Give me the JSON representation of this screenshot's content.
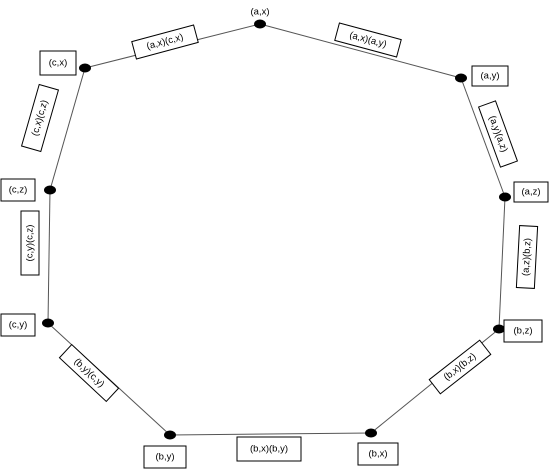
{
  "nodes": [
    {
      "label": "(a,x)"
    },
    {
      "label": "(a,y)"
    },
    {
      "label": "(a,z)"
    },
    {
      "label": "(b,z)"
    },
    {
      "label": "(b,x)"
    },
    {
      "label": "(b,y)"
    },
    {
      "label": "(c,y)"
    },
    {
      "label": "(c,z)"
    },
    {
      "label": "(c,x)"
    }
  ],
  "edges": [
    {
      "label": "(a,x)(a,y)"
    },
    {
      "label": "(a,y)(a,z)"
    },
    {
      "label": "(a,z)(b,z)"
    },
    {
      "label": "(b,x)(b,z)"
    },
    {
      "label": "(b,x)(b,y)"
    },
    {
      "label": "(b,y)(c,y)"
    },
    {
      "label": "(c,y)(c,z)"
    },
    {
      "label": "(c,x)(c,z)"
    },
    {
      "label": "(a,x)(c,x)"
    }
  ],
  "colors": {
    "line": "#555555",
    "dot": "#000000",
    "box_border": "#000000"
  }
}
